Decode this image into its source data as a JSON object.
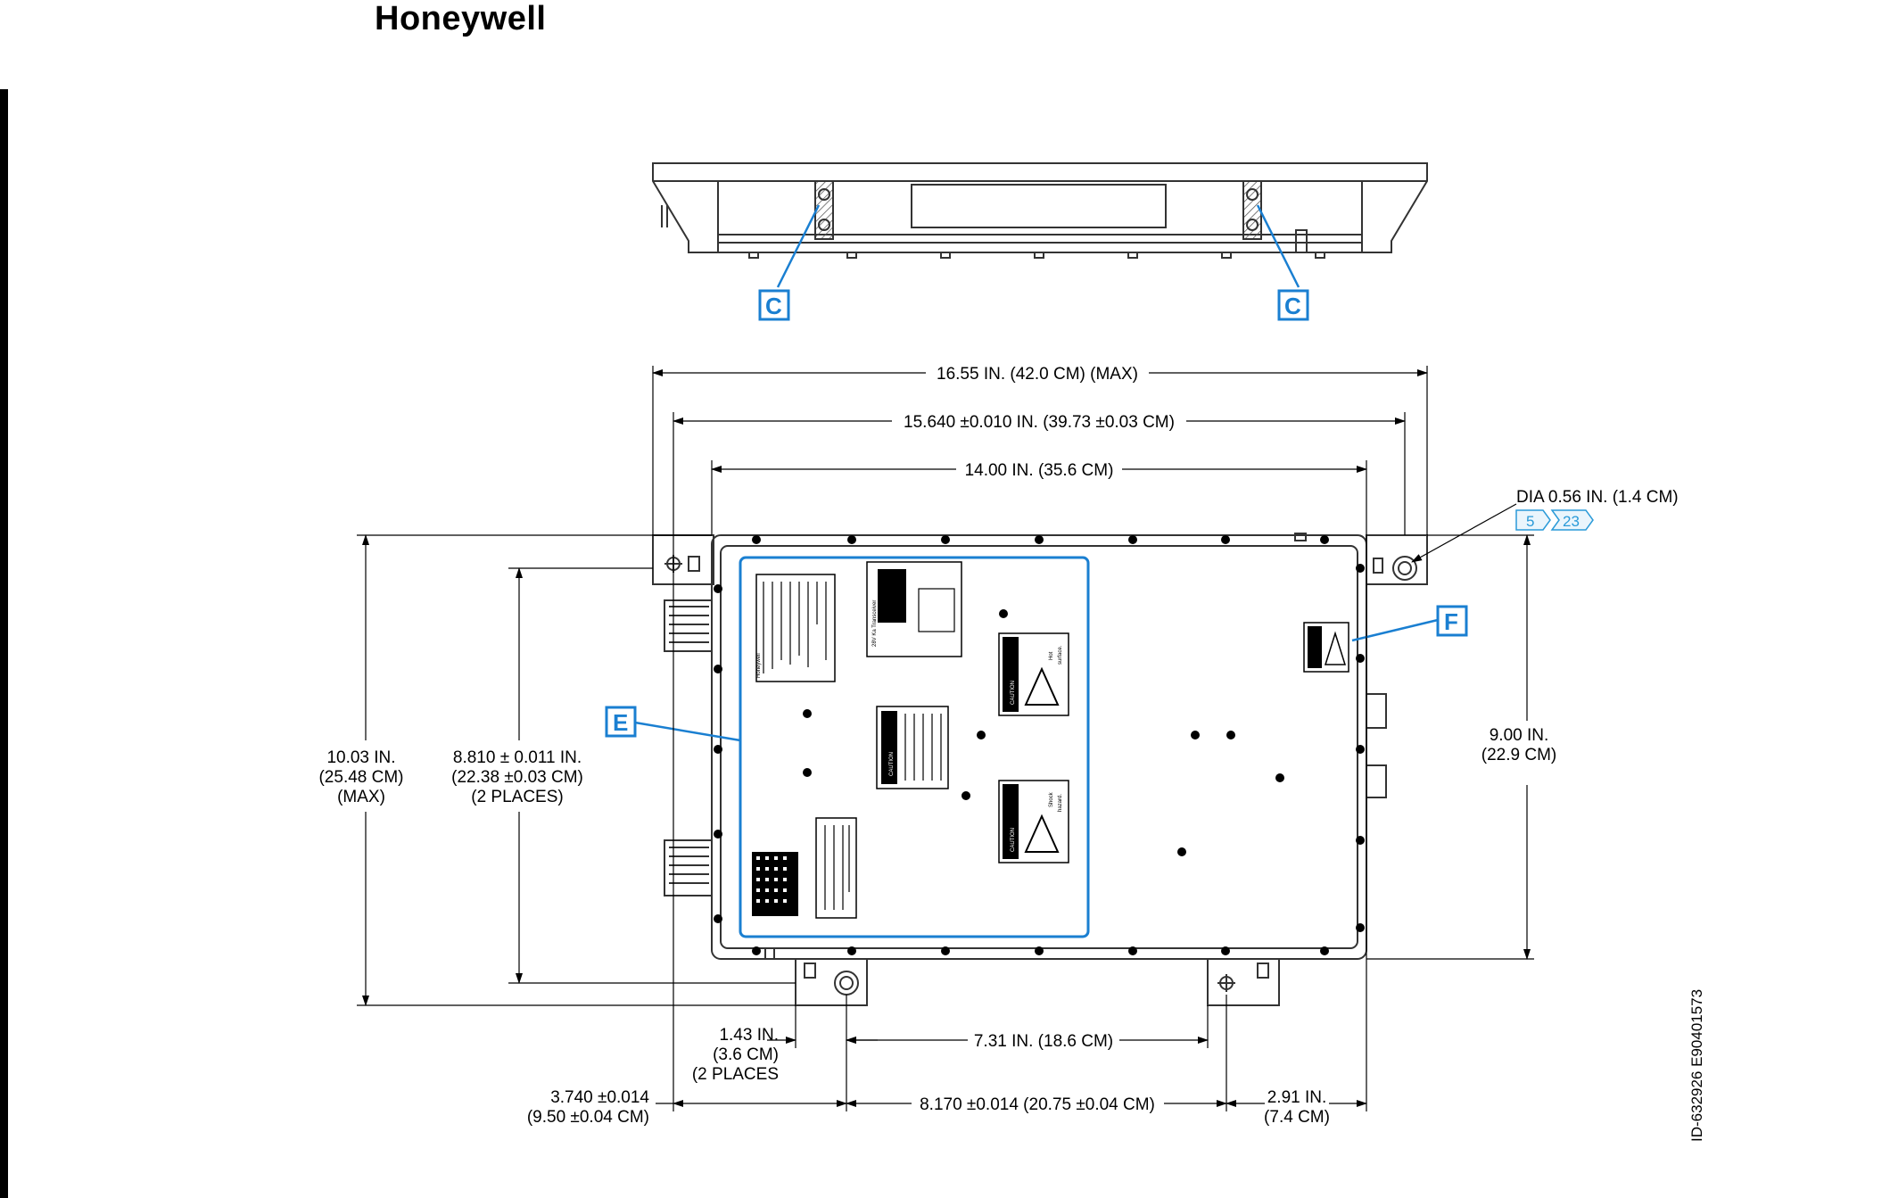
{
  "brand": {
    "logo_text": "Honeywell"
  },
  "callouts": {
    "c": "C",
    "e": "E",
    "f": "F"
  },
  "dimensions": {
    "overall_width": "16.55 IN. (42.0 CM) (MAX)",
    "mount_hole_span": "15.640 ±0.010 IN. (39.73 ±0.03 CM)",
    "body_width": "14.00 IN. (35.6 CM)",
    "hole_dia": "DIA 0.56 IN. (1.4 CM)",
    "overall_height": [
      "10.03 IN.",
      "(25.48 CM)",
      "(MAX)"
    ],
    "mount_hole_height": [
      "8.810 ± 0.011 IN.",
      "(22.38 ±0.03 CM)",
      "(2 PLACES)"
    ],
    "body_height": [
      "9.00 IN.",
      "(22.9 CM)"
    ],
    "tab_offset": [
      "1.43 IN.",
      "(3.6 CM)",
      "(2 PLACES"
    ],
    "tab_spacing": "7.31 IN. (18.6 CM)",
    "left_offset": [
      "3.740 ±0.014",
      "(9.50 ±0.04 CM)"
    ],
    "center_offset": "8.170 ±0.014 (20.75 ±0.04 CM)",
    "right_offset": [
      "2.91 IN.",
      "(7.4 CM)"
    ]
  },
  "refs": [
    "5",
    "23"
  ],
  "labels": {
    "caution": "CAUTION",
    "transceiver": "28V Ka Transceiver",
    "honeywell_small": "Honeywell",
    "hot": [
      "Hot",
      "surface."
    ],
    "shock": [
      "Shock",
      "hazard."
    ]
  },
  "drawing_id": "ID-632926   E90401573",
  "colors": {
    "callout": "#1a7fd1",
    "ref": "#2a9ad8",
    "line": "#000000"
  }
}
